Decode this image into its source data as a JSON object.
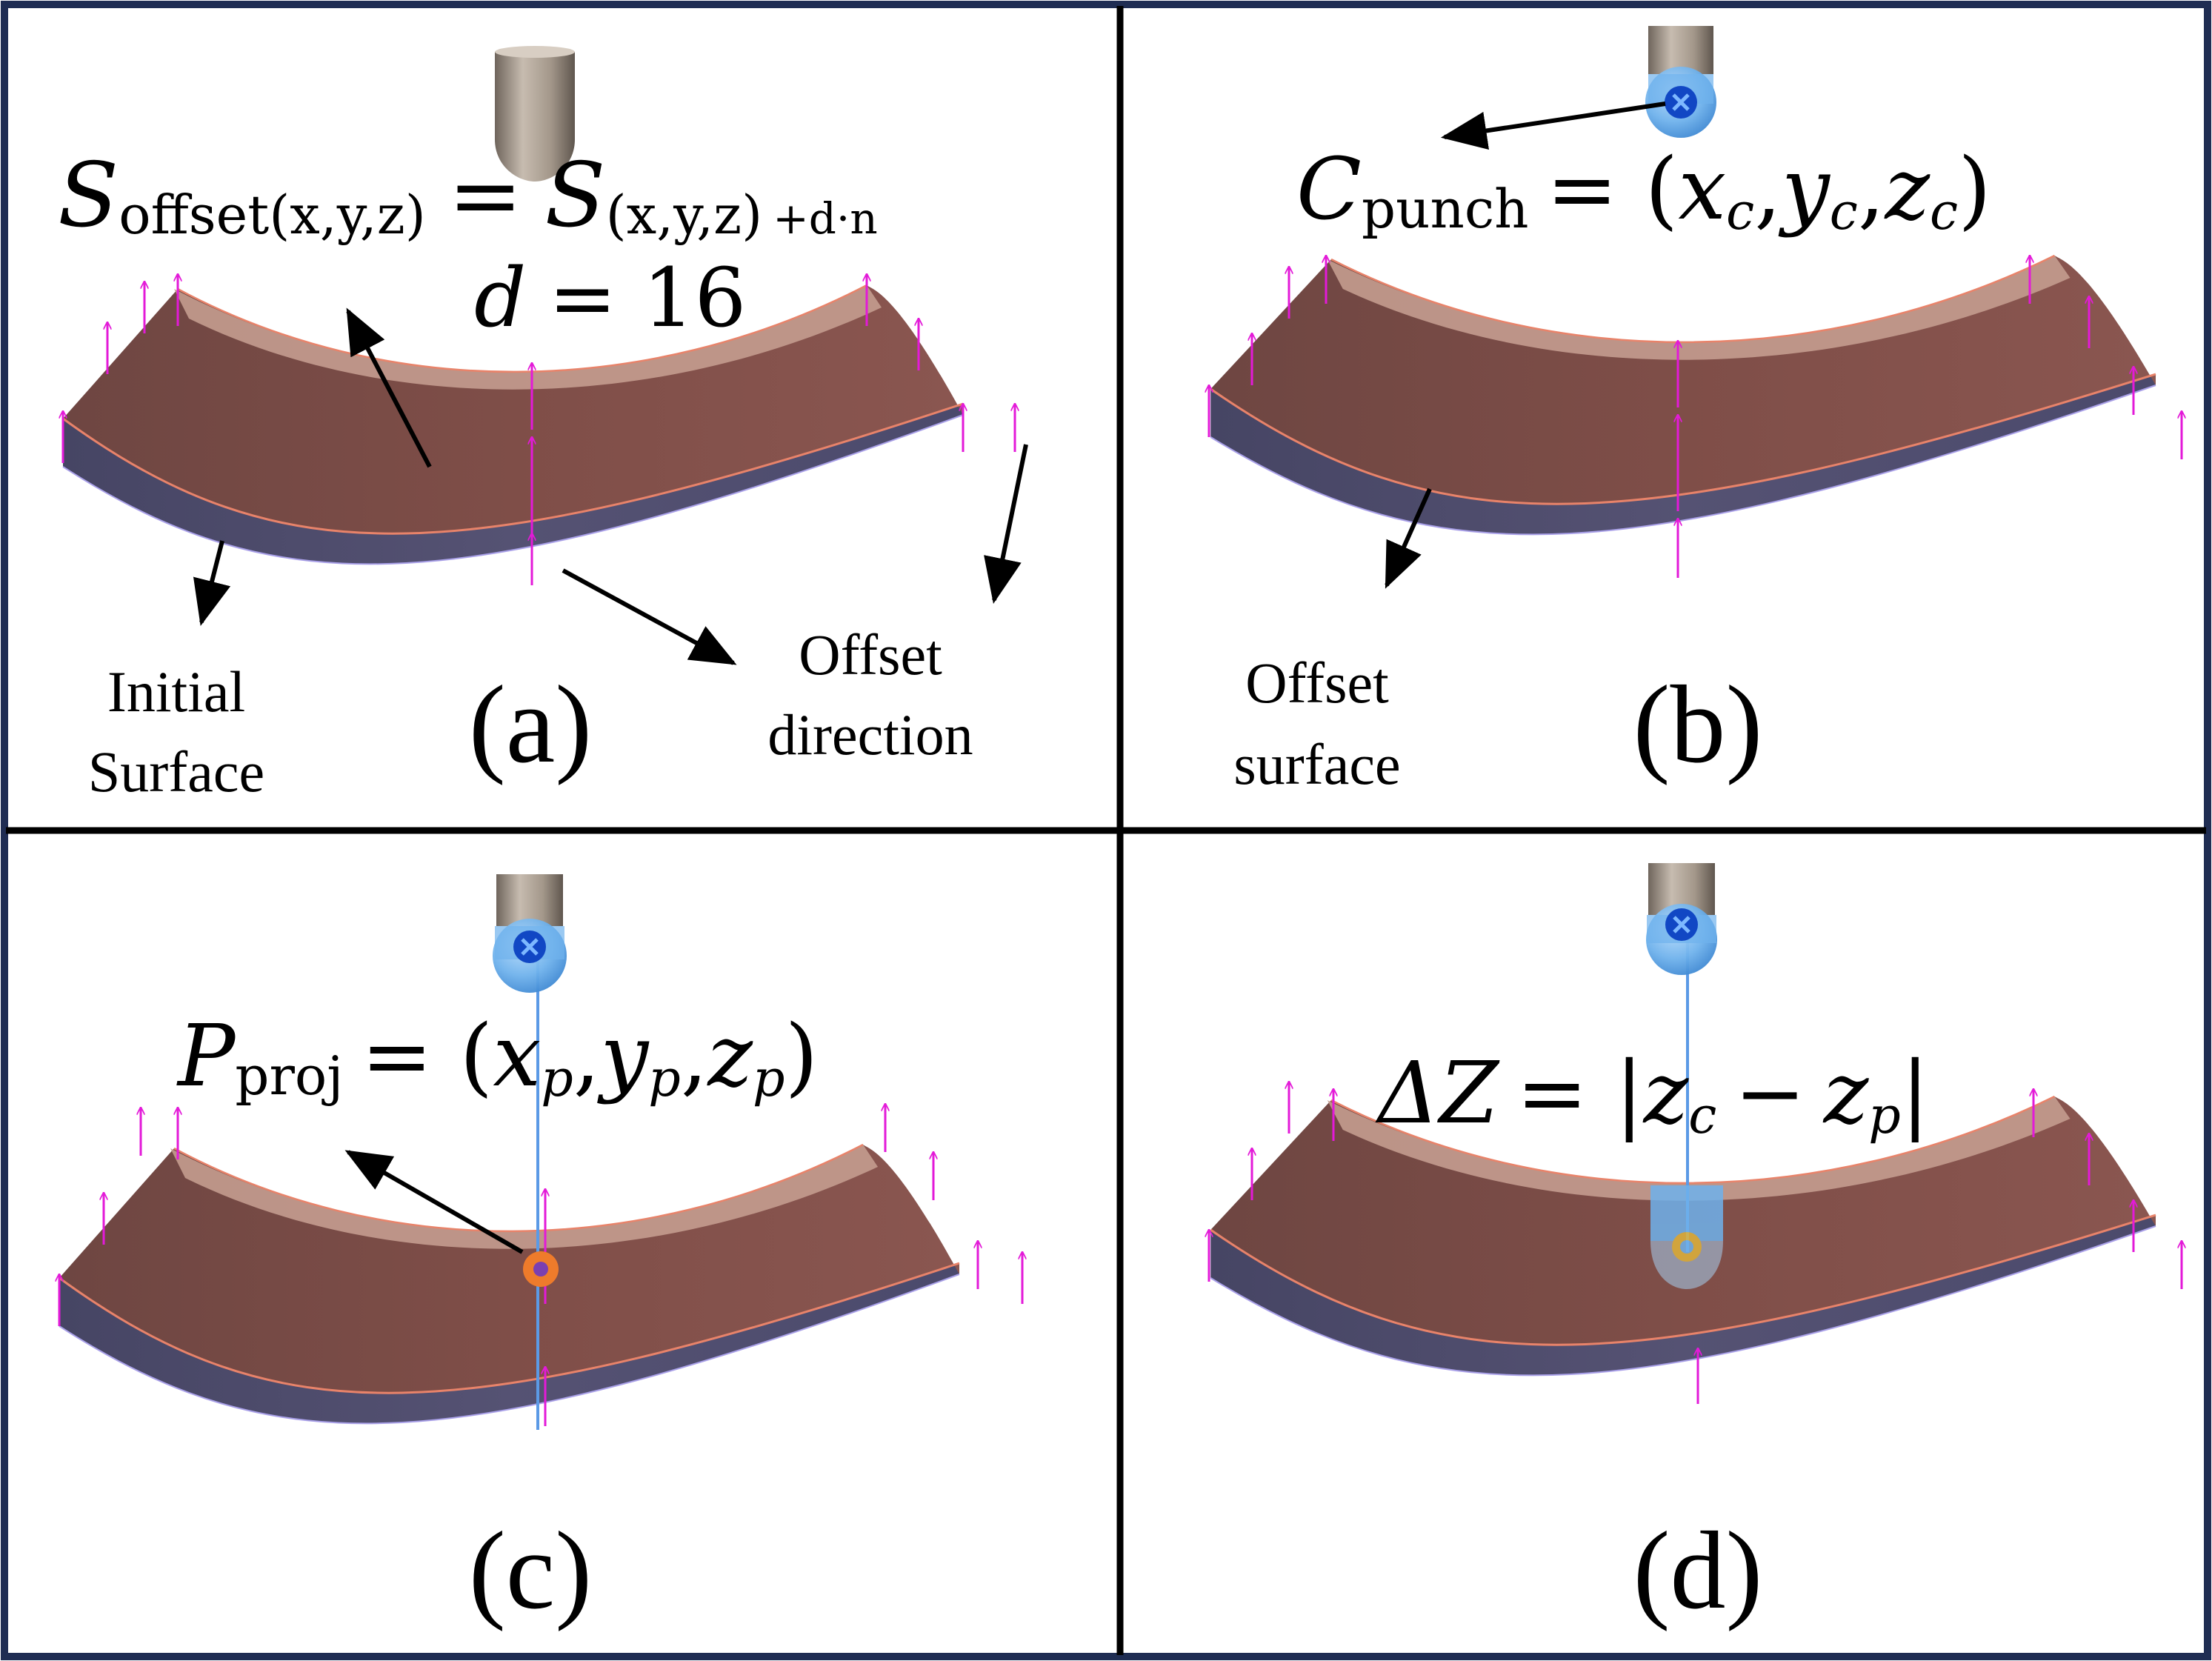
{
  "colors": {
    "frame_border": "#1f2d53",
    "divider": "#000000",
    "surface_top": "#c49c8f",
    "surface_body": "#7b4c46",
    "surface_bottom": "#4d4b6d",
    "edge_line": "#e8836a",
    "normal_arrow": "#e31ad8",
    "punch_metal": "#9c8f82",
    "punch_glass": "#6fb2ec",
    "punch_center": "#1147c4",
    "proj_point": "#ee7b2b",
    "leader_arrow": "#000000"
  },
  "icons": {
    "punch": "punch-tool-icon",
    "center_marker": "cross-marker-icon",
    "projection_point": "projection-point-icon"
  },
  "panels": [
    {
      "id": "a",
      "label": "(a)",
      "equation_main": {
        "S": "S",
        "sub": "offset(x,y,z)",
        "eq": "=",
        "S2": "S",
        "sub2": "(x,y,z)",
        "tail": "+d·n"
      },
      "equation_second": {
        "d": "d",
        "rest": "= 16"
      },
      "annotations": [
        {
          "id": "initial",
          "lines": [
            "Initial",
            "Surface"
          ]
        },
        {
          "id": "offset_dir",
          "lines": [
            "Offset",
            "direction"
          ]
        }
      ]
    },
    {
      "id": "b",
      "label": "(b)",
      "equation": {
        "C": "C",
        "sub": "punch",
        "eq": "= (",
        "x": "x",
        "xs": "c",
        "y": "y",
        "ys": "c",
        "z": "z",
        "zs": "c",
        "close": ")"
      },
      "annotations": [
        {
          "id": "offset_surface",
          "lines": [
            "Offset",
            "surface"
          ]
        }
      ]
    },
    {
      "id": "c",
      "label": "(c)",
      "equation": {
        "P": "P",
        "sub": "proj",
        "eq": "= (",
        "x": "x",
        "xs": "p",
        "y": "y",
        "ys": "p",
        "z": "z",
        "zs": "p",
        "close": ")"
      }
    },
    {
      "id": "d",
      "label": "(d)",
      "equation": {
        "lhs": "ΔZ",
        "eq": "= |",
        "z1": "z",
        "s1": "c",
        "minus": "−",
        "z2": "z",
        "s2": "p",
        "close": "|"
      }
    }
  ]
}
